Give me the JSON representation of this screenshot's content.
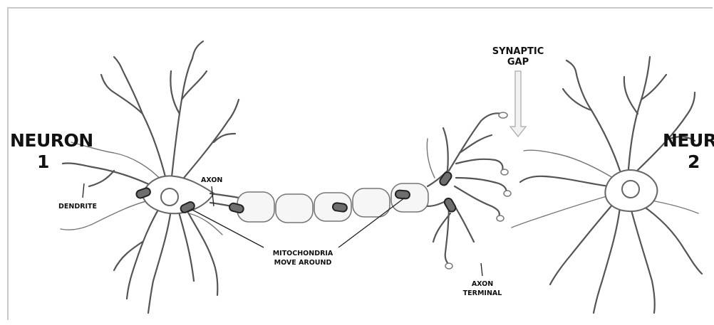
{
  "labels": {
    "neuron1_line1": "NEURON",
    "neuron1_line2": "1",
    "neuron2_line1": "NEURON",
    "neuron2_line2": "2",
    "synaptic_line1": "SYNAPTIC",
    "synaptic_line2": "GAP",
    "axon": "AXON",
    "dendrite": "DENDRITE",
    "mito_line1": "MITOCHONDRIA",
    "mito_line2": "MOVE AROUND",
    "terminal_line1": "AXON",
    "terminal_line2": "TERMINAL"
  },
  "colors": {
    "outline": "#555555",
    "mitochondria": "#6e6e6e",
    "text": "#111111",
    "frame": "#c8c8c8"
  }
}
